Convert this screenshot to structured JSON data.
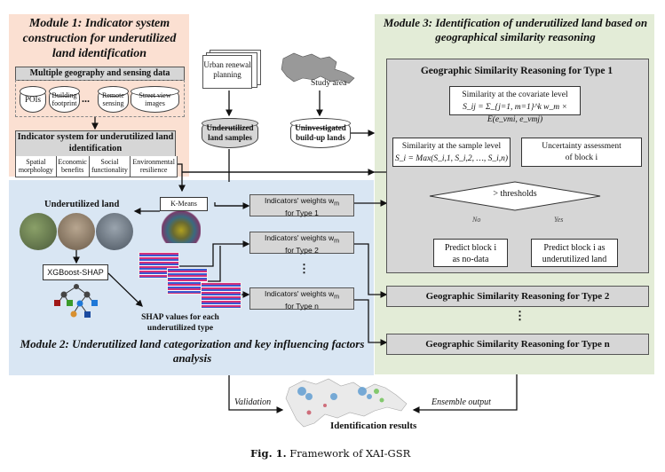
{
  "module1": {
    "title": "Module 1: Indicator system construction for underutilized land identification",
    "data_header": "Multiple geography and sensing data",
    "data_sources": [
      "POIs",
      "Building footprint",
      "...",
      "Remote sensing",
      "Street view images"
    ],
    "indicator_header": "Indicator system for underutilized land identification",
    "indicators": [
      "Spatial morphology",
      "Economic benefits",
      "Social functionality",
      "Environmental resilience"
    ]
  },
  "inputs": {
    "urban_renewal": "Urban renewal planning",
    "study_area": "Study area",
    "samples": "Underutilized land samples",
    "uninvestigated": "Uninvestigated build-up lands"
  },
  "module2": {
    "title": "Module 2: Underutilized land categorization and key influencing factors analysis",
    "underutilized_label": "Underutilized land",
    "kmeans": "K-Means",
    "xgboost": "XGBoost-SHAP",
    "shap_values": "SHAP values for each underutilized type",
    "weights": [
      {
        "label": "Indicators' weights w",
        "sub": "m",
        "type": "for Type 1"
      },
      {
        "label": "Indicators' weights w",
        "sub": "m",
        "type": "for Type 2"
      },
      {
        "label": "Indicators' weights w",
        "sub": "m",
        "type": "for Type n"
      }
    ],
    "ellipsis": "⋮"
  },
  "module3": {
    "title": "Module 3: Identification of underutilized land based on geographical similarity reasoning",
    "gsr_type1": "Geographic Similarity Reasoning for Type 1",
    "covariate_title": "Similarity at the covariate level",
    "covariate_formula": "S_ij = Σ_{j=1, m=1}^k w_m × E(e_vmi, e_vmj)",
    "sample_title": "Similarity at the sample level",
    "sample_formula": "S_i = Max(S_i,1, S_i,2, …, S_i,n)",
    "uncertainty": "Uncertainty assessment of block i",
    "threshold": "> thresholds",
    "no_label": "No",
    "yes_label": "Yes",
    "predict_nodata": "Predict block i as no-data",
    "predict_underutilized": "Predict block i as underutilized land",
    "gsr_type2": "Geographic Similarity Reasoning for Type 2",
    "gsr_typen": "Geographic Similarity Reasoning for Type n",
    "ellipsis": "⋮"
  },
  "bottom": {
    "validation": "Validation",
    "ensemble": "Ensemble output",
    "results": "Identification results"
  },
  "caption": {
    "prefix": "Fig. 1.",
    "text": "Framework of XAI-GSR"
  }
}
